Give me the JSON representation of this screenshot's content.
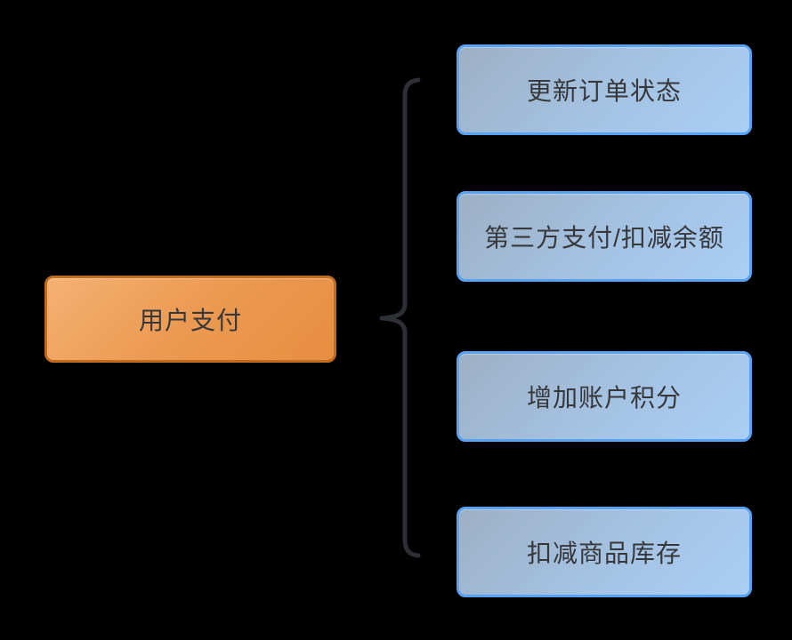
{
  "diagram": {
    "type": "brace-map",
    "background_color": "#000000",
    "text_color": "#36383b",
    "brace_color": "#2c2f33",
    "root_node": {
      "label": "用户支付",
      "fill_gradient_start": "#f5b173",
      "fill_gradient_end": "#e68e40",
      "border_color": "#c06c1e"
    },
    "child_nodes": [
      {
        "label": "更新订单状态"
      },
      {
        "label": "第三方支付/扣减余额"
      },
      {
        "label": "增加账户积分"
      },
      {
        "label": "扣减商品库存"
      }
    ],
    "child_style": {
      "fill_gradient_start": "#9cb0c4",
      "fill_gradient_end": "#aacef5",
      "border_color": "#57a2f3"
    }
  }
}
